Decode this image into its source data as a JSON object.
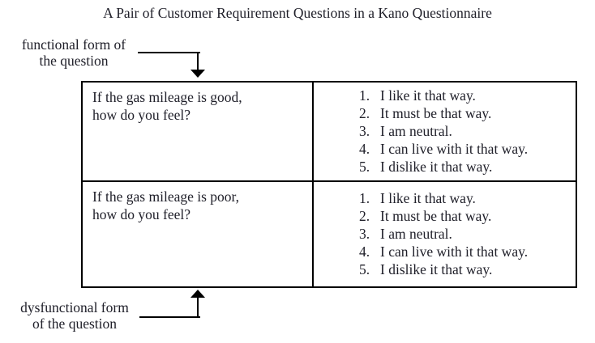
{
  "title": "A Pair of Customer Requirement Questions in a Kano Questionnaire",
  "labels": {
    "functional": {
      "line1": "functional form of",
      "line2": "the question"
    },
    "dysfunctional": {
      "line1": "dysfunctional form",
      "line2": "of the question"
    }
  },
  "table": {
    "rows": [
      {
        "question": {
          "line1": "If the gas mileage is good,",
          "line2": "how do you feel?"
        },
        "options": [
          {
            "num": "1.",
            "label": "I like it that way."
          },
          {
            "num": "2.",
            "label": "It must be that way."
          },
          {
            "num": "3.",
            "label": "I am neutral."
          },
          {
            "num": "4.",
            "label": "I can live with it that way."
          },
          {
            "num": "5.",
            "label": "I dislike it that way."
          }
        ]
      },
      {
        "question": {
          "line1": "If the gas mileage is poor,",
          "line2": "how do you feel?"
        },
        "options": [
          {
            "num": "1.",
            "label": "I like it that way."
          },
          {
            "num": "2.",
            "label": "It must be that way."
          },
          {
            "num": "3.",
            "label": "I am neutral."
          },
          {
            "num": "4.",
            "label": "I can live with it that way."
          },
          {
            "num": "5.",
            "label": "I dislike it that way."
          }
        ]
      }
    ]
  },
  "colors": {
    "ink": "#20202a",
    "line": "#000000",
    "background": "#ffffff"
  }
}
